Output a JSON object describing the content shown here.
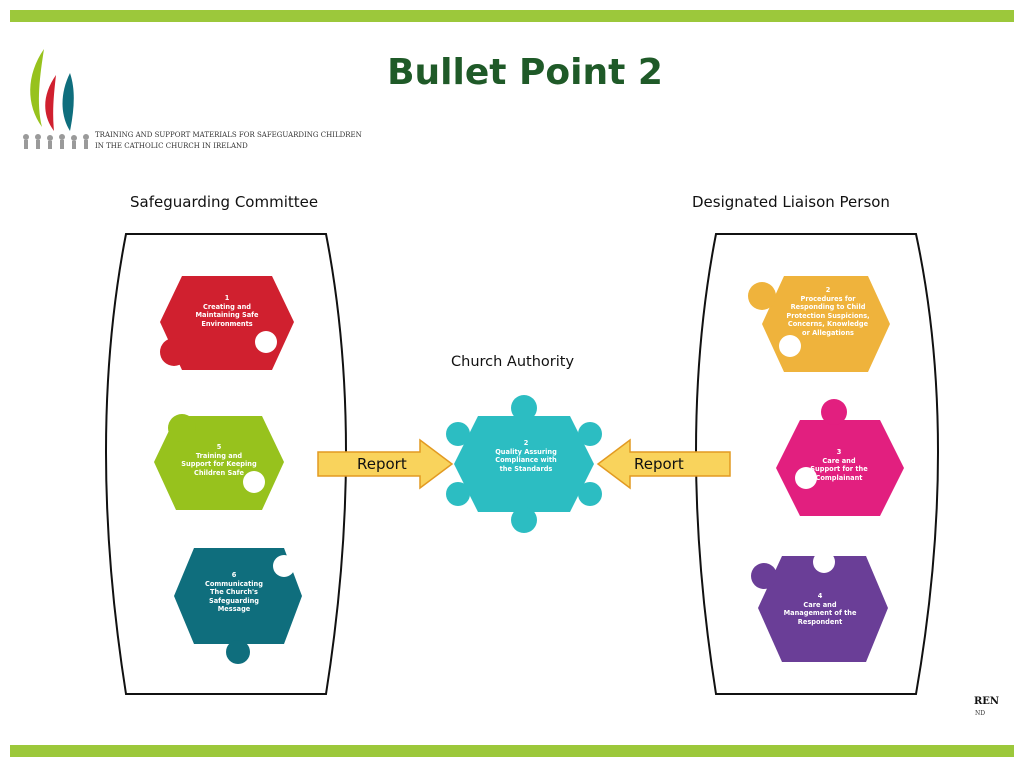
{
  "slide": {
    "title": "Bullet Point 2",
    "tagline_line1": "TRAINING AND SUPPORT MATERIALS FOR SAFEGUARDING CHILDREN",
    "tagline_line2": "IN THE CATHOLIC CHURCH IN IRELAND",
    "corner_text_1": "REN",
    "corner_text_2": "ND"
  },
  "colors": {
    "accent_bar": "#9cc83b",
    "title": "#1f5a28",
    "arrow_fill": "#f9d35c",
    "arrow_stroke": "#e29a22"
  },
  "diagram": {
    "left_heading": "Safeguarding Committee",
    "right_heading": "Designated Liaison Person",
    "center_heading": "Church Authority",
    "report_left": "Report",
    "report_right": "Report",
    "pieces": [
      {
        "id": "p1",
        "color": "#d0202f",
        "text": "1\nCreating and\nMaintaining Safe\nEnvironments"
      },
      {
        "id": "p5",
        "color": "#97c21d",
        "text": "5\nTraining and\nSupport for Keeping\nChildren Safe"
      },
      {
        "id": "p6",
        "color": "#0f6e7d",
        "text": "6\nCommunicating\nThe Church's\nSafeguarding\nMessage"
      },
      {
        "id": "p2",
        "color": "#2cbdc2",
        "text": "2\nQuality Assuring\nCompliance with\nthe Standards"
      },
      {
        "id": "p2b",
        "color": "#efb33c",
        "text": "2\nProcedures for\nResponding to Child\nProtection Suspicions,\nConcerns, Knowledge\nor Allegations"
      },
      {
        "id": "p3",
        "color": "#e21f7f",
        "text": "3\nCare and\nSupport for the\nComplainant"
      },
      {
        "id": "p4",
        "color": "#6a3e97",
        "text": "4\nCare and\nManagement of the\nRespondent"
      }
    ]
  }
}
